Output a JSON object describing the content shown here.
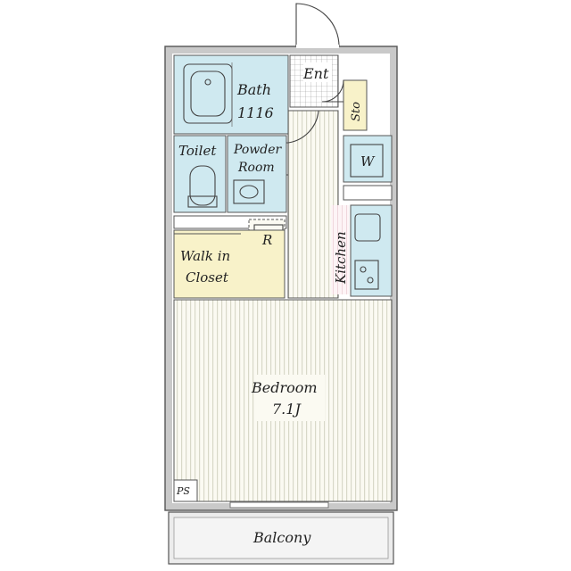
{
  "rooms": {
    "bath": "Bath",
    "bath_size": "1116",
    "entrance": "Ent",
    "storage": "Sto",
    "toilet": "Toilet",
    "powder_room_line1": "Powder",
    "powder_room_line2": "Room",
    "washer": "W",
    "refrigerator": "R",
    "kitchen": "Kitchen",
    "walk_in_line1": "Walk in",
    "walk_in_line2": "Closet",
    "bedroom": "Bedroom",
    "bedroom_size": "7.1J",
    "pipe_space": "PS",
    "balcony": "Balcony"
  },
  "colors": {
    "wet_area": "#cfe9f0",
    "closet": "#f8f2c9",
    "floor_stripe": "#d8d8c8",
    "wall": "#c9c9c9",
    "balcony": "#ececec"
  }
}
